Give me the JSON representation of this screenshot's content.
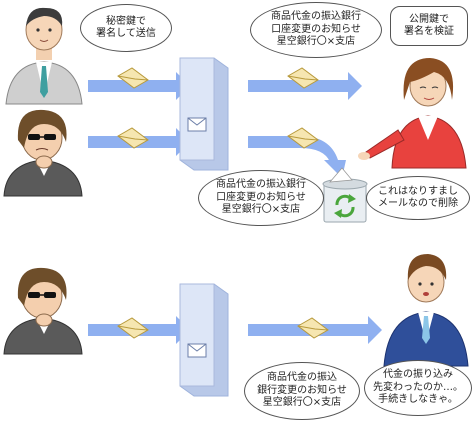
{
  "bubbles": {
    "sender_sign": [
      "秘密鍵で",
      "署名して送信"
    ],
    "notice_top": [
      "商品代金の振込銀行",
      "口座変更のお知らせ",
      "星空銀行〇×支店"
    ],
    "verify": [
      "公開鍵で",
      "署名を検証"
    ],
    "notice_middle": [
      "商品代金の振込銀行",
      "口座変更のお知らせ",
      "星空銀行〇×支店"
    ],
    "spoof_deleted": [
      "これはなりすまし",
      "メールなので削除"
    ],
    "notice_bottom": [
      "商品代金の振込",
      "銀行変更のお知らせ",
      "星空銀行〇×支店"
    ],
    "victim_reaction": [
      "代金の振り込み",
      "先変わったのか…。",
      "手続きしなきゃ。"
    ]
  },
  "colors": {
    "arrow": "#8fb0f0",
    "server_front": "#dde6f7",
    "server_side": "#b8c8e8",
    "envelope": "#f6e6b0",
    "trash_arrows": "#4aa63c",
    "man_suit": "#cfcfcf",
    "hacker_suit": "#5a5a5a",
    "woman_jacket": "#e8423e",
    "victim_suit": "#2f4f9a"
  },
  "icons": [
    "businessman-icon",
    "hacker-icon",
    "mail-server-icon",
    "envelope-icon",
    "trash-can-icon",
    "recycle-icon",
    "businesswoman-icon",
    "victim-man-icon"
  ]
}
